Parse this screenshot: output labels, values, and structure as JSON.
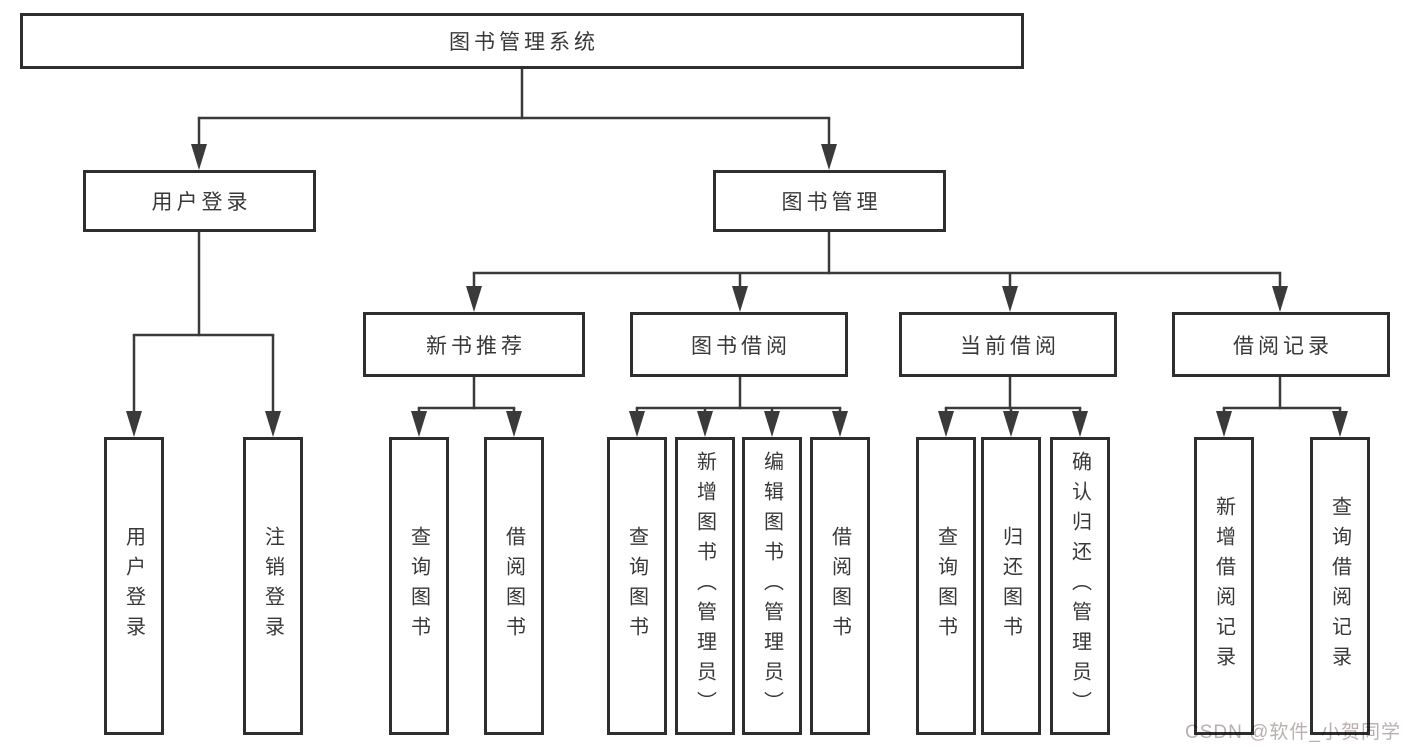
{
  "tree": {
    "label": "图书管理系统",
    "children": [
      {
        "label": "用户登录",
        "children": [
          {
            "label": "用户登录"
          },
          {
            "label": "注销登录"
          }
        ]
      },
      {
        "label": "图书管理",
        "children": [
          {
            "label": "新书推荐",
            "children": [
              {
                "label": "查询图书"
              },
              {
                "label": "借阅图书"
              }
            ]
          },
          {
            "label": "图书借阅",
            "children": [
              {
                "label": "查询图书"
              },
              {
                "label": "新增图书（管理员）"
              },
              {
                "label": "编辑图书（管理员）"
              },
              {
                "label": "借阅图书"
              }
            ]
          },
          {
            "label": "当前借阅",
            "children": [
              {
                "label": "查询图书"
              },
              {
                "label": "归还图书"
              },
              {
                "label": "确认归还（管理员）"
              }
            ]
          },
          {
            "label": "借阅记录",
            "children": [
              {
                "label": "新增借阅记录"
              },
              {
                "label": "查询借阅记录"
              }
            ]
          }
        ]
      }
    ]
  },
  "watermark": {
    "text": "CSDN @软件_小贺同学"
  },
  "colors": {
    "background": "#ffffff",
    "line": "#3a3a3a",
    "box_border": "#2e2e2e",
    "text": "#383838",
    "watermark_text": "#b9afaf"
  }
}
